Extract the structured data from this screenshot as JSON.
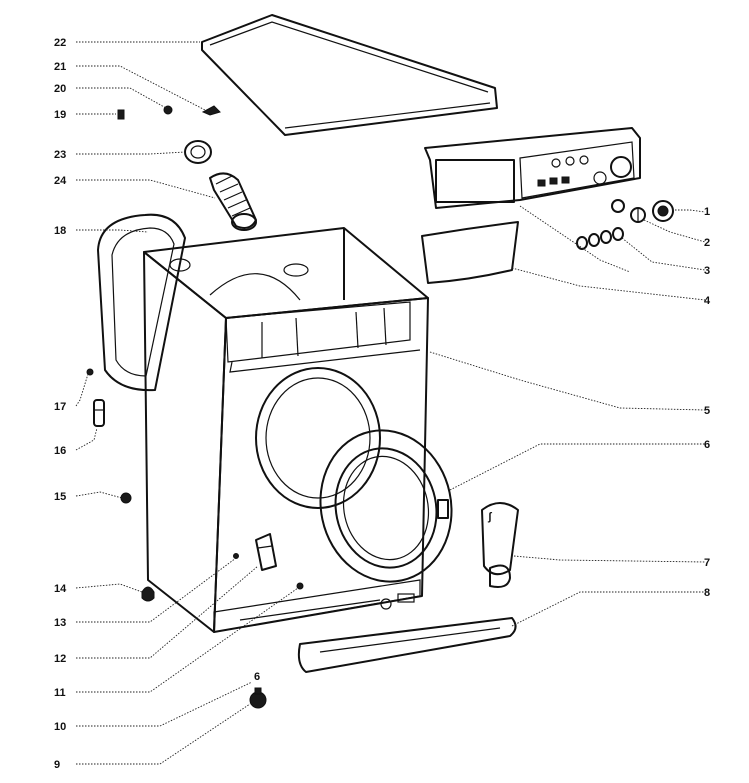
{
  "callouts": [
    {
      "id": "1",
      "label": "1"
    },
    {
      "id": "2",
      "label": "2"
    },
    {
      "id": "3",
      "label": "3"
    },
    {
      "id": "4",
      "label": "4"
    },
    {
      "id": "5",
      "label": "5"
    },
    {
      "id": "6",
      "label": "6"
    },
    {
      "id": "7",
      "label": "7"
    },
    {
      "id": "8",
      "label": "8"
    },
    {
      "id": "9",
      "label": "9"
    },
    {
      "id": "10",
      "label": "10"
    },
    {
      "id": "11",
      "label": "11"
    },
    {
      "id": "12",
      "label": "12"
    },
    {
      "id": "13",
      "label": "13"
    },
    {
      "id": "14",
      "label": "14"
    },
    {
      "id": "15",
      "label": "15"
    },
    {
      "id": "16",
      "label": "16"
    },
    {
      "id": "17",
      "label": "17"
    },
    {
      "id": "18",
      "label": "18"
    },
    {
      "id": "19",
      "label": "19"
    },
    {
      "id": "20",
      "label": "20"
    },
    {
      "id": "21",
      "label": "21"
    },
    {
      "id": "22",
      "label": "22"
    },
    {
      "id": "23",
      "label": "23"
    },
    {
      "id": "24",
      "label": "24"
    },
    {
      "id": "6b",
      "label": "6"
    }
  ],
  "colors": {
    "ink": "#111111",
    "background": "#ffffff"
  }
}
